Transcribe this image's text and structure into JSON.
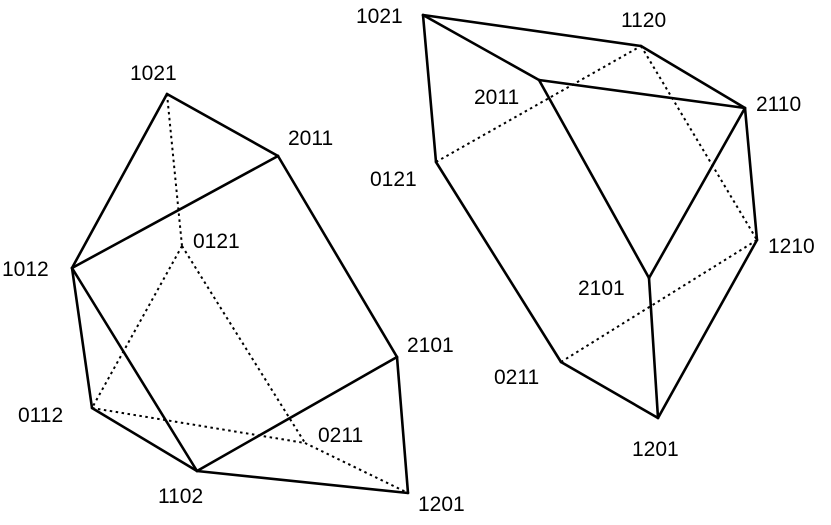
{
  "colors": {
    "stroke": "#000000",
    "background": "#ffffff"
  },
  "polytopes": [
    {
      "id": "left",
      "vertices": [
        {
          "key": "A",
          "label": "1021"
        },
        {
          "key": "B",
          "label": "2011"
        },
        {
          "key": "C",
          "label": "1012"
        },
        {
          "key": "D",
          "label": "0121"
        },
        {
          "key": "E",
          "label": "2101"
        },
        {
          "key": "F",
          "label": "0112"
        },
        {
          "key": "G",
          "label": "0211"
        },
        {
          "key": "H",
          "label": "1102"
        },
        {
          "key": "I",
          "label": "1201"
        }
      ],
      "edges": [
        {
          "from": "A",
          "to": "B",
          "hidden": false
        },
        {
          "from": "A",
          "to": "C",
          "hidden": false
        },
        {
          "from": "B",
          "to": "C",
          "hidden": false
        },
        {
          "from": "B",
          "to": "E",
          "hidden": false
        },
        {
          "from": "C",
          "to": "F",
          "hidden": false
        },
        {
          "from": "C",
          "to": "H",
          "hidden": false
        },
        {
          "from": "F",
          "to": "H",
          "hidden": false
        },
        {
          "from": "H",
          "to": "E",
          "hidden": false
        },
        {
          "from": "H",
          "to": "I",
          "hidden": false
        },
        {
          "from": "E",
          "to": "I",
          "hidden": false
        },
        {
          "from": "A",
          "to": "D",
          "hidden": true
        },
        {
          "from": "D",
          "to": "F",
          "hidden": true
        },
        {
          "from": "D",
          "to": "G",
          "hidden": true
        },
        {
          "from": "F",
          "to": "G",
          "hidden": true
        },
        {
          "from": "G",
          "to": "I",
          "hidden": true
        }
      ]
    },
    {
      "id": "right",
      "vertices": [
        {
          "key": "P",
          "label": "1021"
        },
        {
          "key": "Q",
          "label": "1120"
        },
        {
          "key": "R",
          "label": "2011"
        },
        {
          "key": "S",
          "label": "2110"
        },
        {
          "key": "T",
          "label": "0121"
        },
        {
          "key": "U",
          "label": "1210"
        },
        {
          "key": "V",
          "label": "2101"
        },
        {
          "key": "W",
          "label": "0211"
        },
        {
          "key": "X",
          "label": "1201"
        }
      ],
      "edges": [
        {
          "from": "P",
          "to": "Q",
          "hidden": false
        },
        {
          "from": "P",
          "to": "R",
          "hidden": false
        },
        {
          "from": "P",
          "to": "T",
          "hidden": false
        },
        {
          "from": "Q",
          "to": "S",
          "hidden": false
        },
        {
          "from": "R",
          "to": "S",
          "hidden": false
        },
        {
          "from": "R",
          "to": "V",
          "hidden": false
        },
        {
          "from": "S",
          "to": "V",
          "hidden": false
        },
        {
          "from": "S",
          "to": "U",
          "hidden": false
        },
        {
          "from": "T",
          "to": "W",
          "hidden": false
        },
        {
          "from": "W",
          "to": "X",
          "hidden": false
        },
        {
          "from": "V",
          "to": "X",
          "hidden": false
        },
        {
          "from": "U",
          "to": "X",
          "hidden": false
        },
        {
          "from": "T",
          "to": "Q",
          "hidden": true
        },
        {
          "from": "Q",
          "to": "U",
          "hidden": true
        },
        {
          "from": "W",
          "to": "U",
          "hidden": true
        }
      ]
    }
  ]
}
